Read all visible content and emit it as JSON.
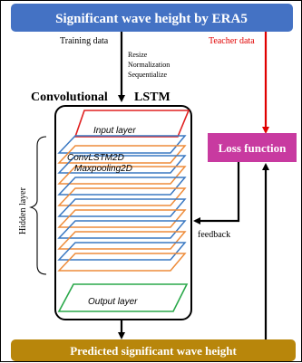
{
  "title": "Significant wave height by ERA5",
  "training_label": "Training data",
  "preprocess": [
    "Resize",
    "Normalization",
    "Sequentialize"
  ],
  "teacher_label": "Teacher data",
  "model_left": "Convolutional",
  "model_right": "LSTM",
  "input_layer": "Input layer",
  "convlstm": "ConvLSTM2D",
  "maxpool": "Maxpooling2D",
  "hidden_label": "Hidden layer",
  "output_layer": "Output layer",
  "loss": "Loss function",
  "feedback": "feedback",
  "output": "Predicted significant wave height",
  "colors": {
    "title_bg": "#4472c4",
    "loss_bg": "#c83aa0",
    "output_bg": "#b8860b",
    "teacher": "#e00000",
    "input_layer": "#e02020",
    "layer_blue": "#3a78c2",
    "layer_orange": "#ee8c3a",
    "output_layer": "#2aa84a"
  }
}
